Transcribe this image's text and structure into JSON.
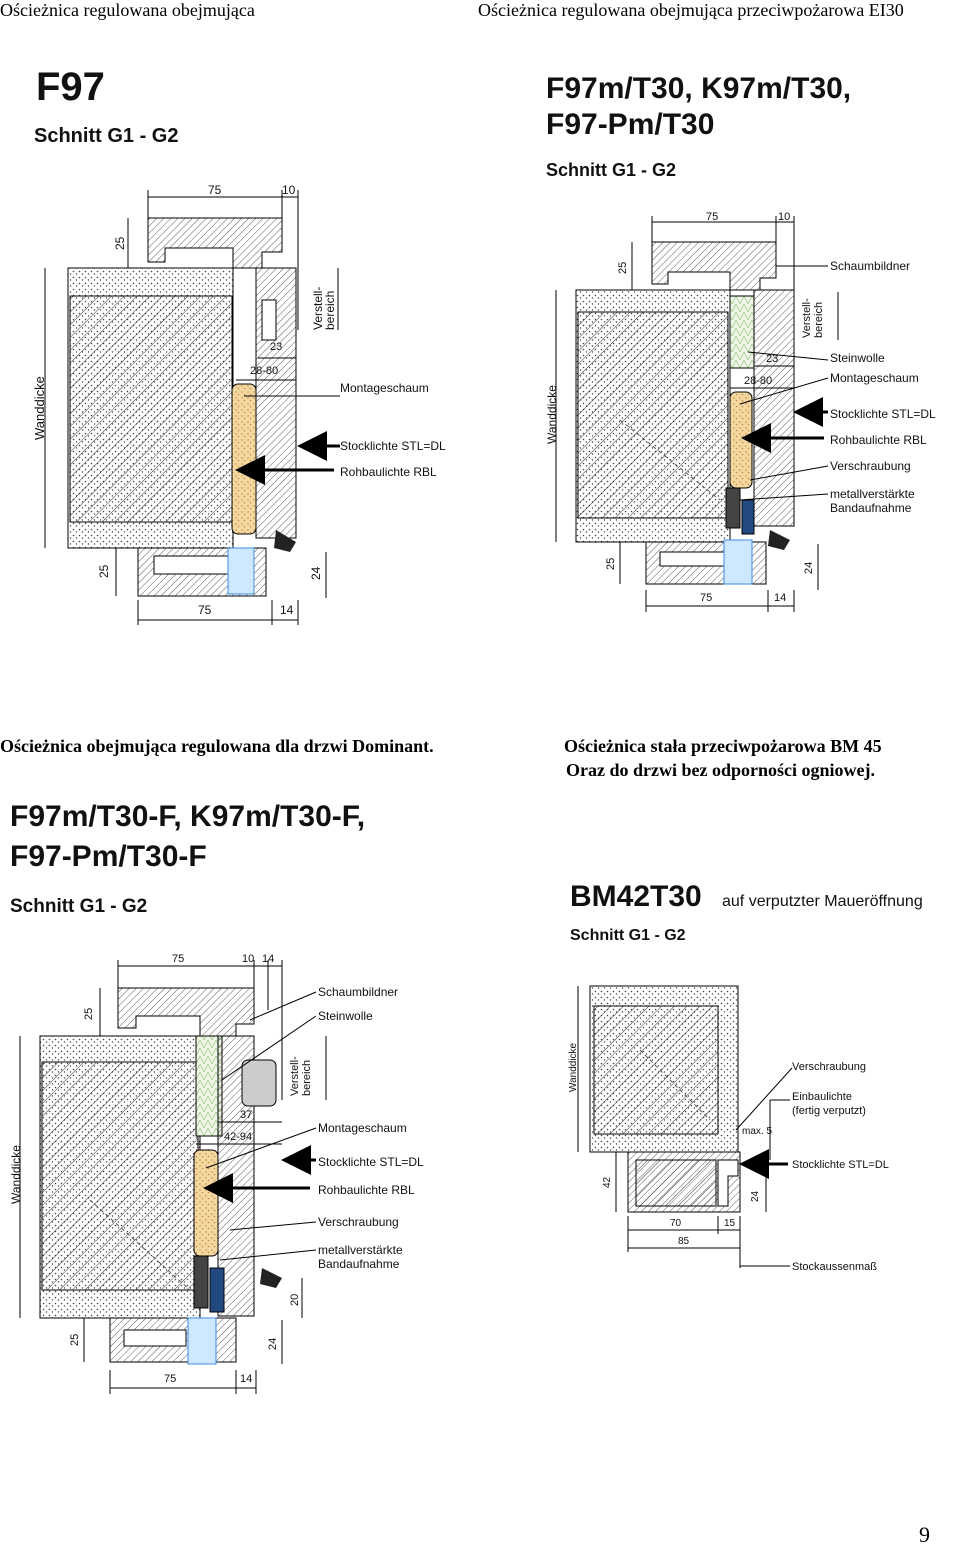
{
  "header": {
    "left": "Ościeżnica regulowana obejmująca",
    "right": "Ościeżnica regulowana obejmująca przeciwpożarowa EI30"
  },
  "captions": {
    "left": "Ościeżnica obejmująca regulowana dla drzwi Dominant.",
    "right_line1": "Ościeżnica stała przeciwpożarowa BM 45",
    "right_line2": "Oraz do drzwi bez odporności ogniowej."
  },
  "drawings": {
    "d1": {
      "title": "F97",
      "subtitle": "Schnitt G1 - G2",
      "dims": {
        "top_a": "75",
        "top_b": "10",
        "left_top": "25",
        "s23": "23",
        "s2880": "28-80",
        "bottom_left": "25",
        "bottom_right": "24",
        "bottom_a": "75",
        "bottom_b": "14"
      },
      "labels": {
        "verstell1": "Verstell-",
        "verstell2": "bereich",
        "wand": "Wanddicke",
        "montage": "Montageschaum",
        "stock": "Stocklichte STL=DL",
        "rohbau": "Rohbaulichte RBL"
      }
    },
    "d2": {
      "title1": "F97m/T30, K97m/T30,",
      "title2": "F97-Pm/T30",
      "subtitle": "Schnitt G1 - G2",
      "dims": {
        "top_a": "75",
        "top_b": "10",
        "left_top": "25",
        "s23": "23",
        "s2880": "28-80",
        "bottom_left": "25",
        "bottom_right": "24",
        "bottom_a": "75",
        "bottom_b": "14"
      },
      "labels": {
        "verstell1": "Verstell-",
        "verstell2": "bereich",
        "wand": "Wanddicke",
        "schaum": "Schaumbildner",
        "stein": "Steinwolle",
        "montage": "Montageschaum",
        "stock": "Stocklichte STL=DL",
        "rohbau": "Rohbaulichte RBL",
        "verschr": "Verschraubung",
        "metall1": "metallverstärkte",
        "metall2": "Bandaufnahme"
      }
    },
    "d3": {
      "title1": "F97m/T30-F, K97m/T30-F,",
      "title2": "F97-Pm/T30-F",
      "subtitle": "Schnitt G1 - G2",
      "dims": {
        "top_a": "75",
        "top_b": "10",
        "top_c": "14",
        "left_top": "25",
        "s37": "37",
        "s4294": "42-94",
        "right_20": "20",
        "bottom_left": "25",
        "bottom_right": "24",
        "bottom_a": "75",
        "bottom_b": "14"
      },
      "labels": {
        "verstell1": "Verstell-",
        "verstell2": "bereich",
        "wand": "Wanddicke",
        "schaum": "Schaumbildner",
        "stein": "Steinwolle",
        "montage": "Montageschaum",
        "stock": "Stocklichte STL=DL",
        "rohbau": "Rohbaulichte RBL",
        "verschr": "Verschraubung",
        "metall1": "metallverstärkte",
        "metall2": "Bandaufnahme"
      }
    },
    "d4": {
      "title": "BM42T30",
      "title_suffix": "auf verputzter Maueröffnung",
      "subtitle": "Schnitt G1 - G2",
      "dims": {
        "left": "42",
        "right": "24",
        "a": "70",
        "b": "15",
        "total": "85",
        "max": "max. 5"
      },
      "labels": {
        "wand": "Wanddicke",
        "verschr": "Verschraubung",
        "einbau1": "Einbaulichte",
        "einbau2": "(fertig verputzt)",
        "stock": "Stocklichte STL=DL",
        "aussen": "Stockaussenmaß"
      }
    }
  },
  "page_number": "9"
}
